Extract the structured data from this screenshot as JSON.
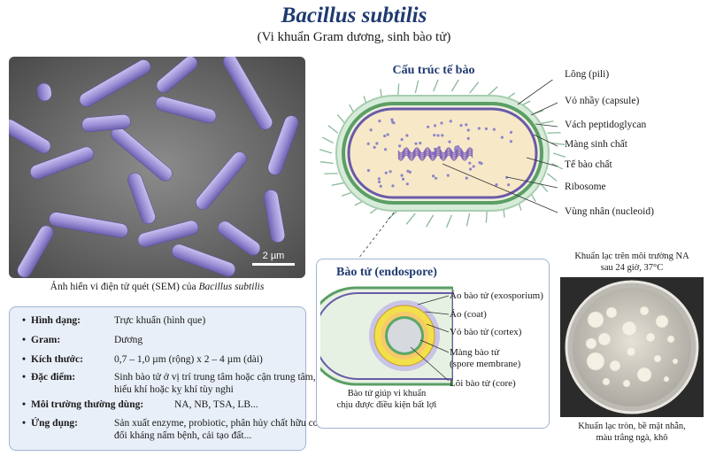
{
  "title": "Bacillus subtilis",
  "subtitle": "(Vi khuẩn Gram dương, sinh bào tử)",
  "sem": {
    "scale_bar": "2 µm",
    "caption_prefix": "Ảnh hiển vi điện tử quét (SEM) của ",
    "caption_species": "Bacillus subtilis"
  },
  "info": [
    {
      "label": "Hình dạng:",
      "value": "Trực khuẩn (hình que)"
    },
    {
      "label": "Gram:",
      "value": "Dương"
    },
    {
      "label": "Kích thước:",
      "value": "0,7 – 1,0 µm (rộng) x 2 – 4 µm (dài)"
    },
    {
      "label": "Đặc điểm:",
      "value": "Sinh bào tử ở vị trí trung tâm hoặc cận trung tâm,",
      "value2": "hiếu khí hoặc kỵ khí tùy nghi"
    },
    {
      "label": "Môi trường thường dùng:",
      "value": "NA, NB, TSA, LB..."
    },
    {
      "label": "Ứng dụng:",
      "value": "Sản xuất enzyme, probiotic, phân hủy chất hữu cơ,",
      "value2": "đối kháng nấm bệnh, cải tạo đất..."
    }
  ],
  "cell": {
    "title": "Cấu trúc tế bào",
    "labels": [
      "Lông (pili)",
      "Vỏ nhầy (capsule)",
      "Vách peptidoglycan",
      "Màng sinh chất",
      "Tế bào chất",
      "Ribosome",
      "Vùng nhân (nucleoid)"
    ]
  },
  "spore": {
    "title": "Bào tử (endospore)",
    "labels": [
      "Áo bào tử (exosporium)",
      "Áo (coat)",
      "Vỏ bào tử (cortex)",
      "Màng bào tử",
      "(spore membrane)",
      "Lõi bào tử (core)"
    ],
    "note_line1": "Bào tử giúp vi khuẩn",
    "note_line2": "chịu được điều kiện bất lợi"
  },
  "colony": {
    "head_line1": "Khuẩn lạc trên môi trường NA",
    "head_line2": "sau 24 giờ, 37°C",
    "foot_line1": "Khuẩn lạc tròn, bề mặt nhẵn,",
    "foot_line2": "màu trắng ngà, khô"
  },
  "colors": {
    "title": "#1f3a70",
    "rod": "#9c8fd6",
    "cytoplasm": "#f7e8c8",
    "wall_green": "#5b9e66",
    "membrane_purple": "#6a5aa8",
    "panel_bg": "#e9eff8"
  }
}
